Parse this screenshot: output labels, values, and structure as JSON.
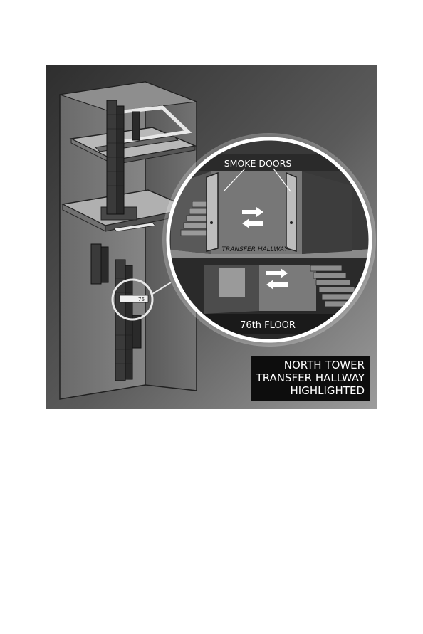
{
  "labels": {
    "smoke_doors": "SMOKE DOORS",
    "transfer_hallway": "TRANSFER HALLWAY",
    "floor": "76th FLOOR",
    "small_tag": "76"
  },
  "caption": {
    "line1": "NORTH TOWER",
    "line2": "TRANSFER HALLWAY",
    "line3": "HIGHLIGHTED"
  },
  "colors": {
    "background_dark": "#3a3a3a",
    "background_light": "#9a9a9a",
    "caption_box": "#0d0d0d",
    "label_text": "#ffffff"
  }
}
